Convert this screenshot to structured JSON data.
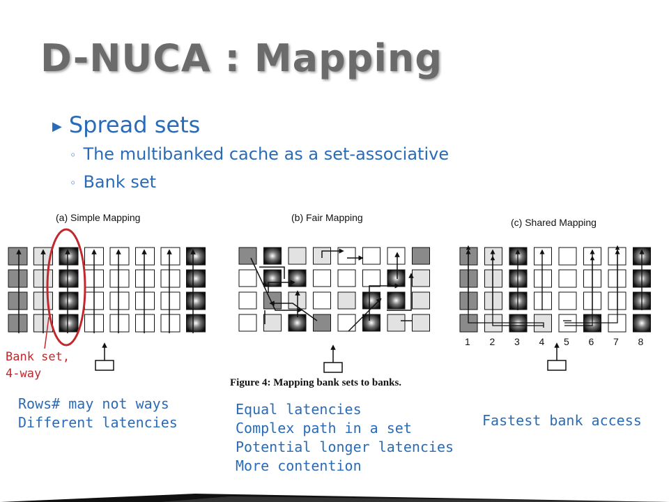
{
  "slide": {
    "title": "D-NUCA : Mapping",
    "bullet": "Spread sets",
    "sub_bullets": [
      "The multibanked cache as a set-associative",
      "Bank set"
    ]
  },
  "figure": {
    "panel_titles": [
      "(a) Simple Mapping",
      "(b) Fair Mapping",
      "(c) Shared Mapping"
    ],
    "column_numbers": [
      "1",
      "2",
      "3",
      "4",
      "5",
      "6",
      "7",
      "8"
    ],
    "caption": "Figure 4: Mapping bank sets to banks."
  },
  "annotations": {
    "bank_set": [
      "Bank set,",
      "4-way"
    ],
    "simple": [
      "Rows# may not ways",
      "Different latencies"
    ],
    "fair": [
      "Equal latencies",
      "Complex path in a set",
      "Potential longer latencies",
      "More contention"
    ],
    "shared": [
      "Fastest bank access"
    ]
  },
  "colors": {
    "title": "#6b6b6b",
    "text": "#2a6bb8",
    "highlight": "#c0282e",
    "bank_dark": "#8a8a8a",
    "bank_light": "#e2e2e2"
  }
}
